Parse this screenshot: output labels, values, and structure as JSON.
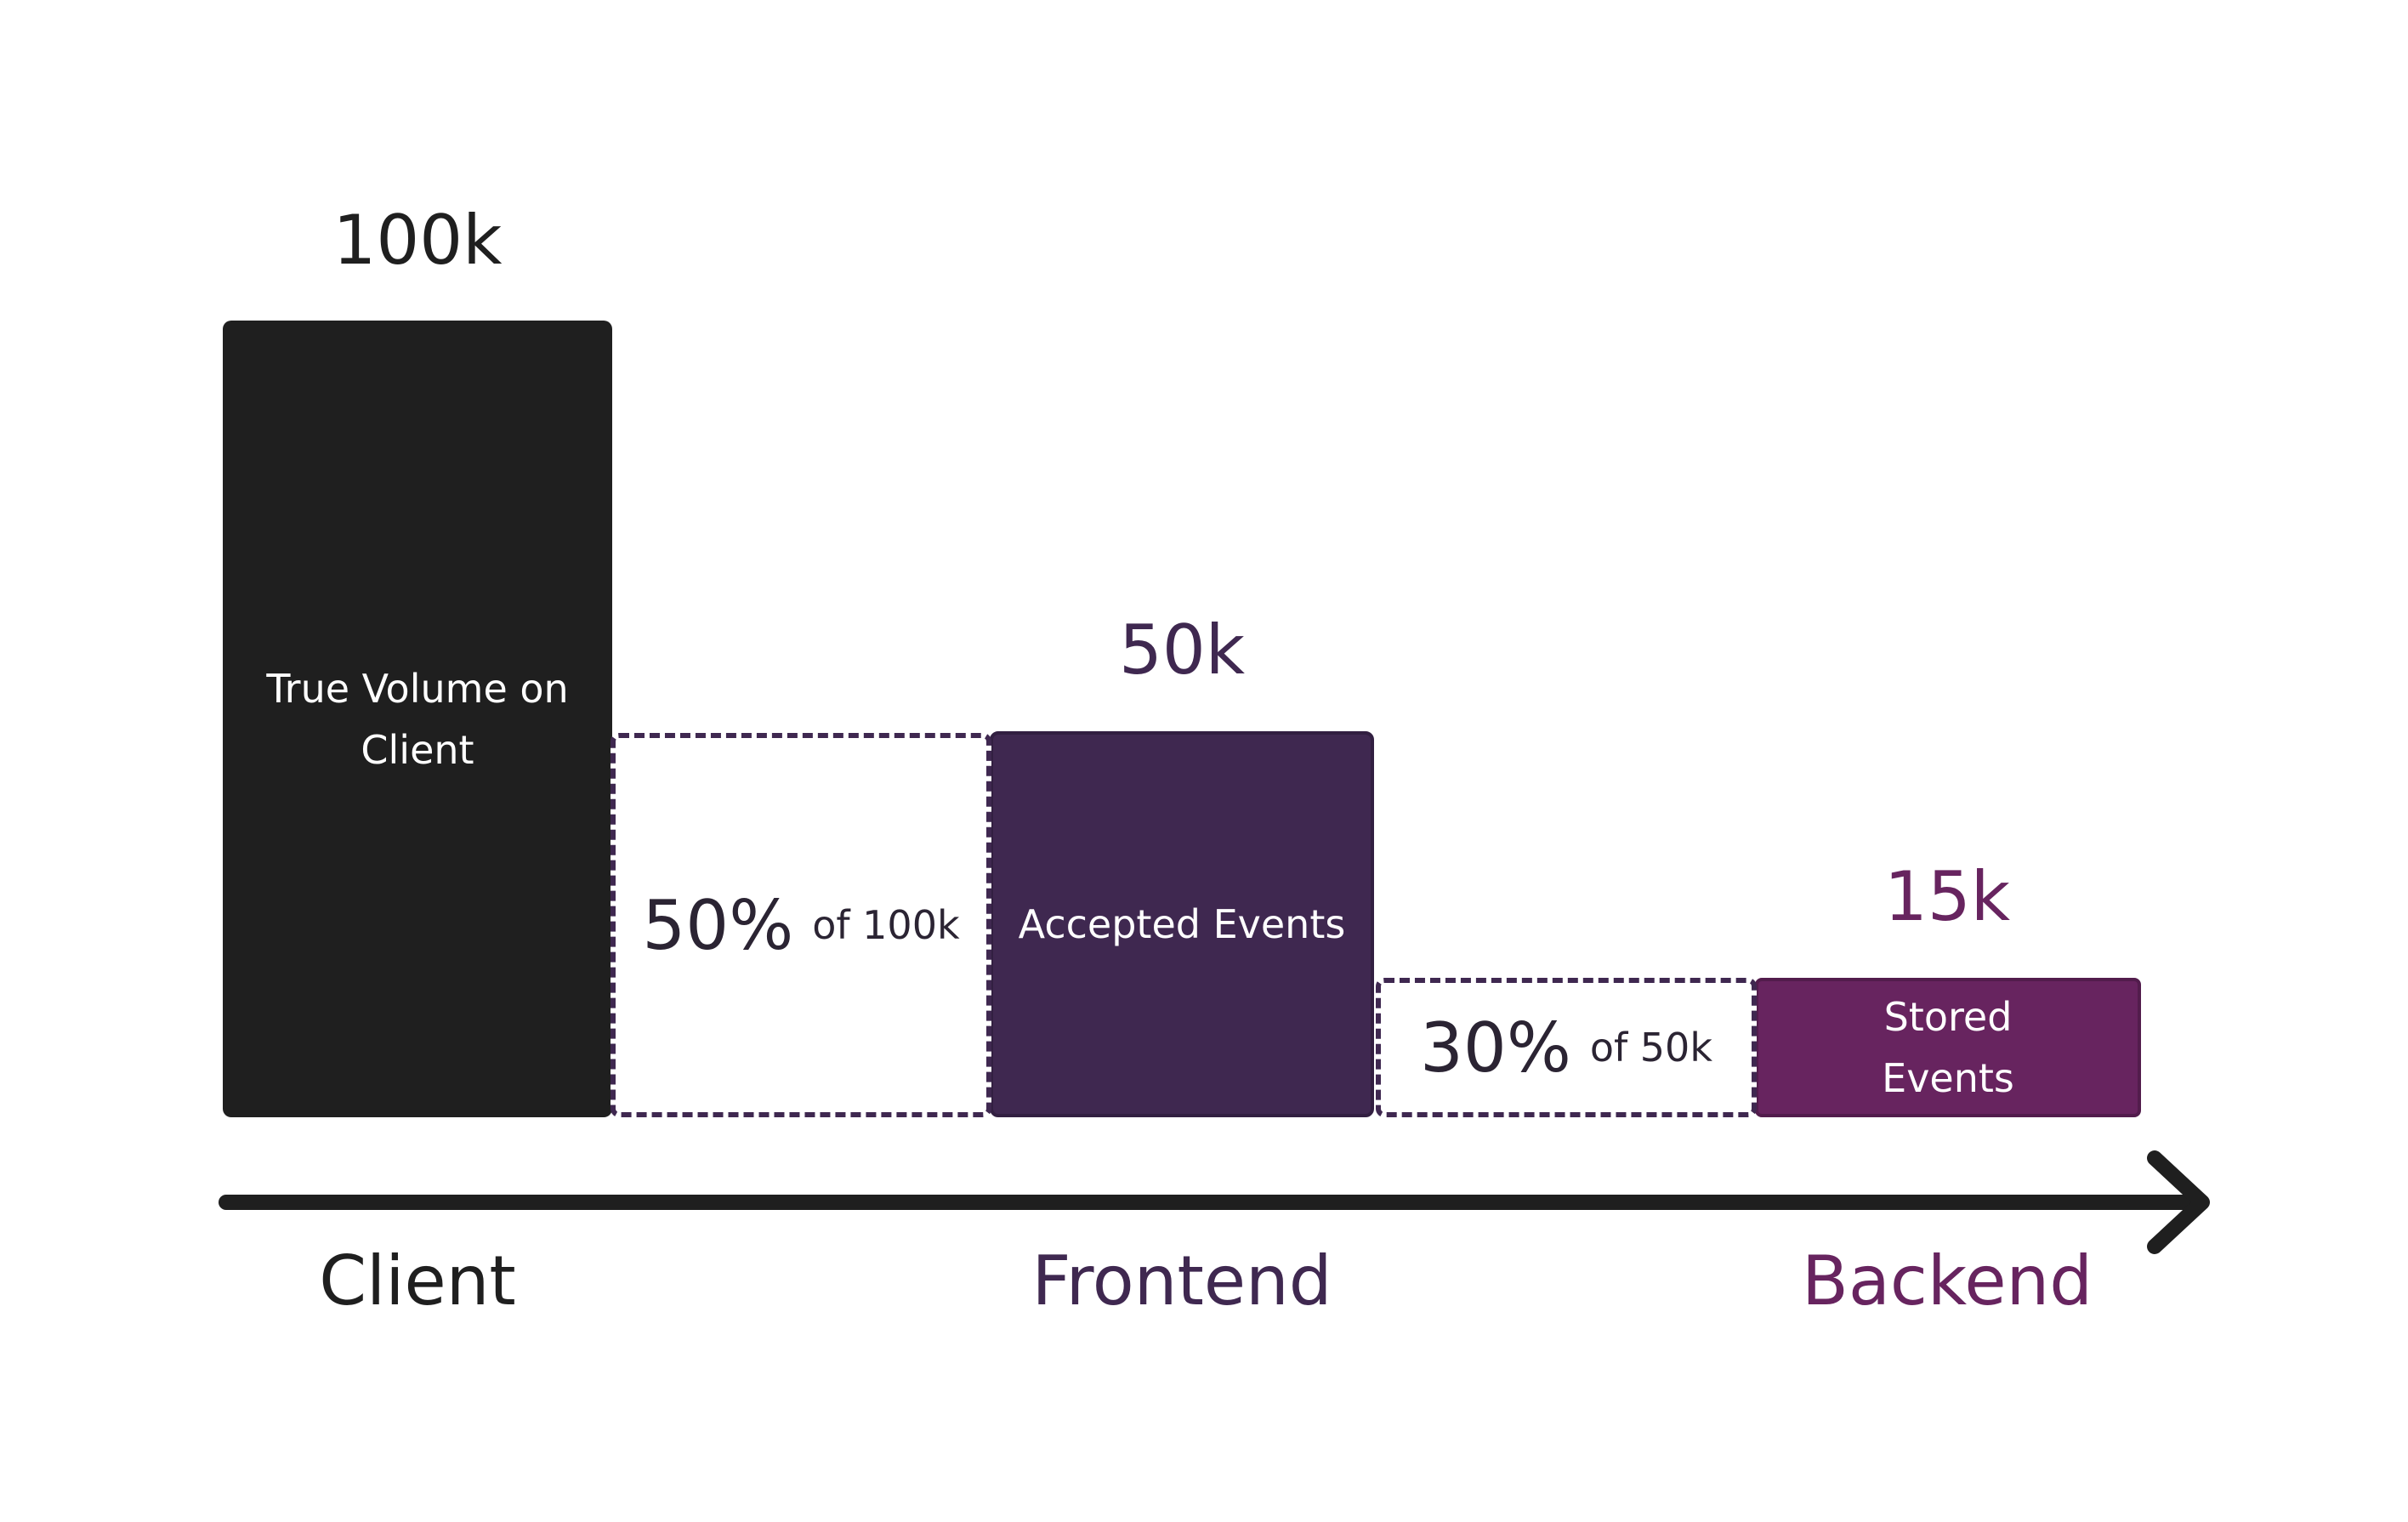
{
  "stages": [
    {
      "id": "client",
      "name": "Client",
      "value": "100k",
      "label": "True Volume on Client",
      "color": "#1f1f1f"
    },
    {
      "id": "frontend",
      "name": "Frontend",
      "value": "50k",
      "label": "Accepted Events",
      "color": "#3f2850"
    },
    {
      "id": "backend",
      "name": "Backend",
      "value": "15k",
      "label": "Stored Events",
      "color": "#67245f"
    }
  ],
  "drops": [
    {
      "percent": "50%",
      "of_text": "of 100k"
    },
    {
      "percent": "30%",
      "of_text": "of 50k"
    }
  ],
  "colors": {
    "axis": "#1f1f1f",
    "dash": "#3f2850",
    "background": "#ffffff"
  },
  "icons": {
    "axis_arrow": "arrow-right-icon"
  }
}
